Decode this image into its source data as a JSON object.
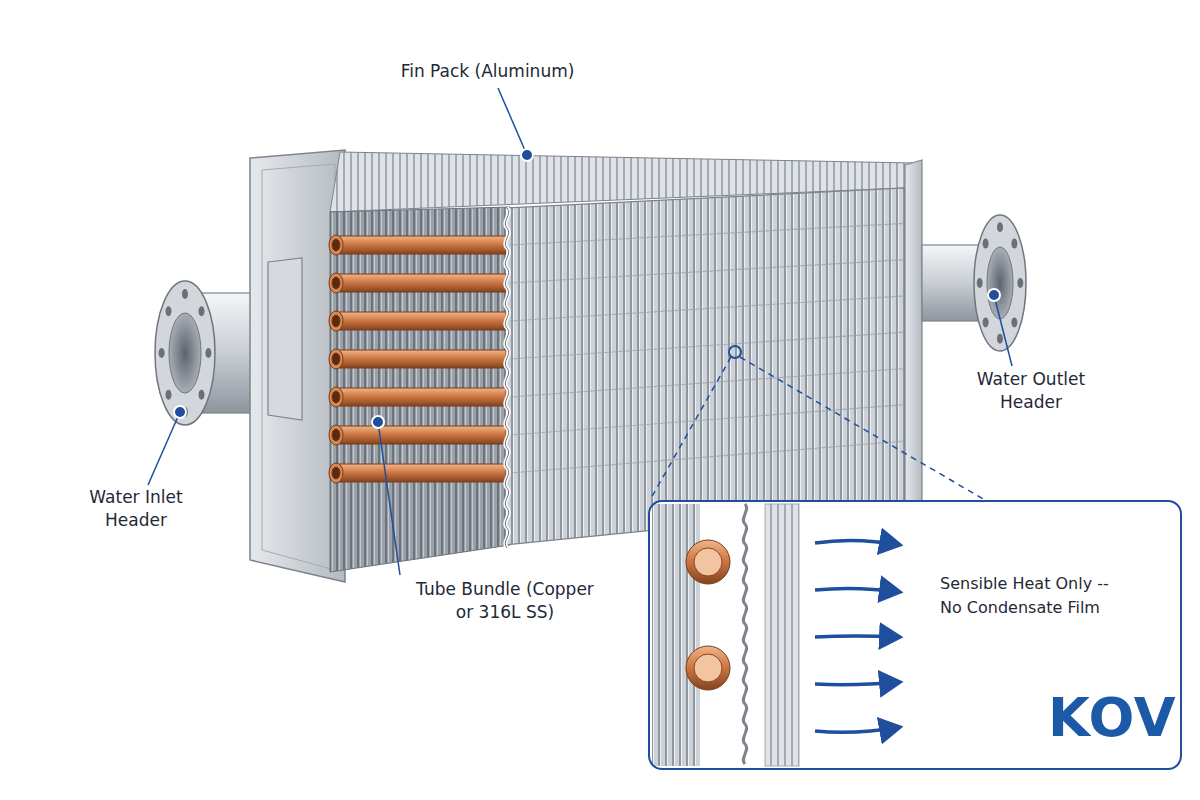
{
  "diagram": {
    "nodes": [
      {
        "text": [
          "Sensible Heat Only -- No Condensate Film"
        ]
      }
    ],
    "labels": [
      "Fin Pack (Aluminum)",
      "Water Inlet Header",
      "Water Outlet Header",
      "Tube Bundle (Copper or 316L SS)",
      "KOV"
    ]
  }
}
